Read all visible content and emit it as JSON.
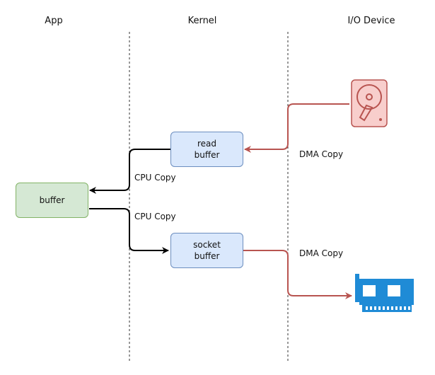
{
  "columns": {
    "app": "App",
    "kernel": "Kernel",
    "io_device": "I/O Device"
  },
  "nodes": {
    "app_buffer": "buffer",
    "read_buffer": "read\nbuffer",
    "socket_buffer": "socket\nbuffer"
  },
  "edges": {
    "disk_to_read": "DMA Copy",
    "read_to_app": "CPU Copy",
    "app_to_socket": "CPU Copy",
    "socket_to_nic": "DMA Copy"
  },
  "icons": {
    "disk": "hard-drive-icon",
    "nic": "network-card-icon"
  },
  "colors": {
    "dma_arrow": "#b85450",
    "cpu_arrow": "#000000",
    "disk_fill": "#f8cecc",
    "disk_stroke": "#b85450",
    "nic_fill": "#1f8bd6",
    "buffer_blue_fill": "#dae8fc",
    "buffer_blue_stroke": "#6c8ebf",
    "buffer_green_fill": "#d5e8d4",
    "buffer_green_stroke": "#82b366"
  }
}
